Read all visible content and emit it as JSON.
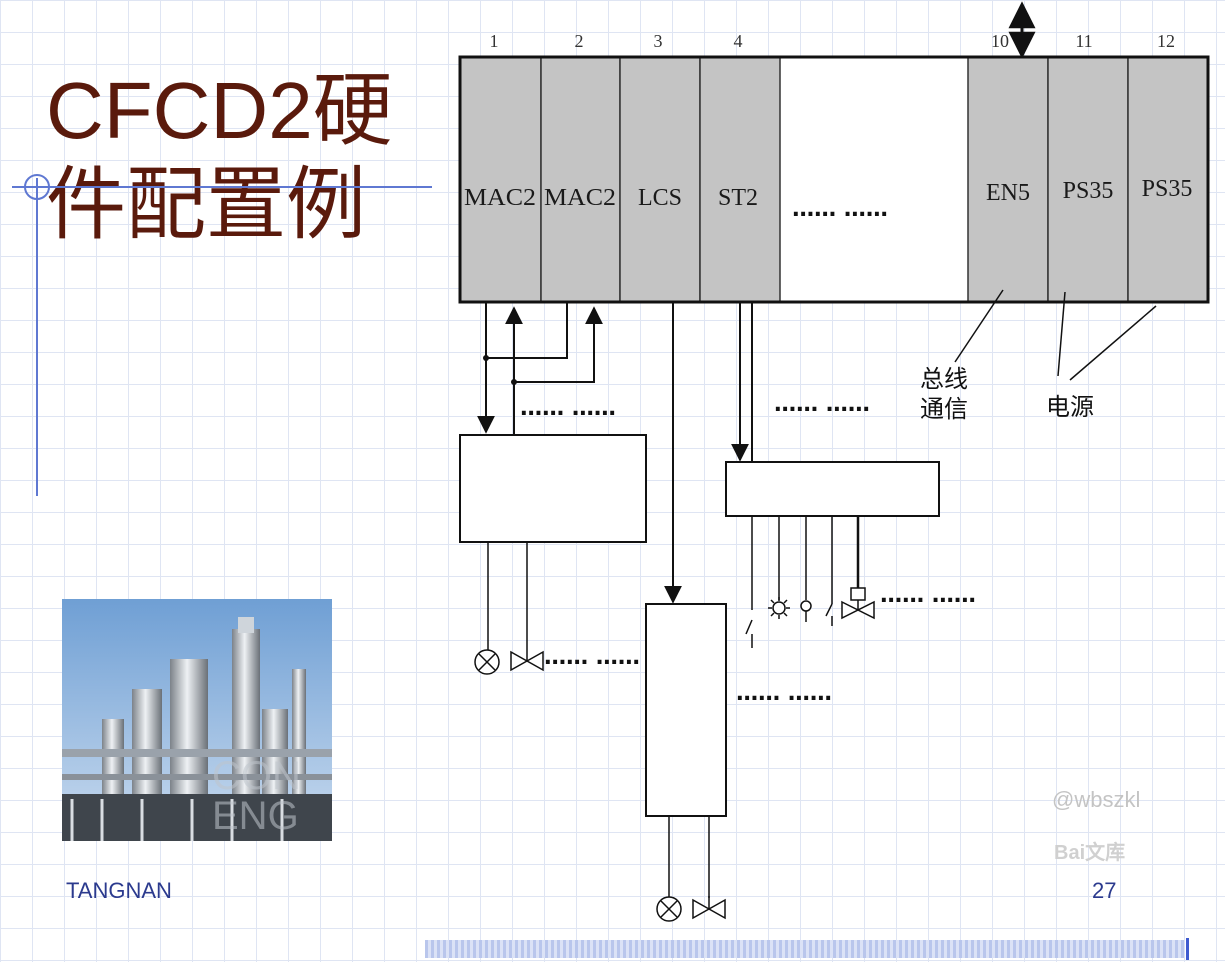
{
  "slide": {
    "title": "CFCD2硬件配置例",
    "footer_author": "TANGNAN",
    "page_number": "27"
  },
  "rack": {
    "slot_numbers": [
      "1",
      "2",
      "3",
      "4",
      "10",
      "11",
      "12"
    ],
    "modules": [
      "MAC2",
      "MAC2",
      "LCS",
      "ST2",
      "EN5",
      "PS35",
      "PS35"
    ],
    "empty_slot_dots": "…… ……"
  },
  "annotations": {
    "bus_comm_line1": "总线",
    "bus_comm_line2": "通信",
    "power": "电源"
  },
  "ellipses": {
    "mac_branch": "…… ……",
    "st_branch": "…… ……",
    "mac_devices": "…… ……",
    "lcs_devices": "…… ……",
    "st_devices": "…… ……"
  },
  "watermark": {
    "handle": "@wbszkl",
    "logo": "Bai文库"
  },
  "colors": {
    "title": "#5a1a0c",
    "module_fill": "#c4c4c4",
    "accent_blue": "#5f78d2",
    "footer_text": "#2b3a8e"
  }
}
